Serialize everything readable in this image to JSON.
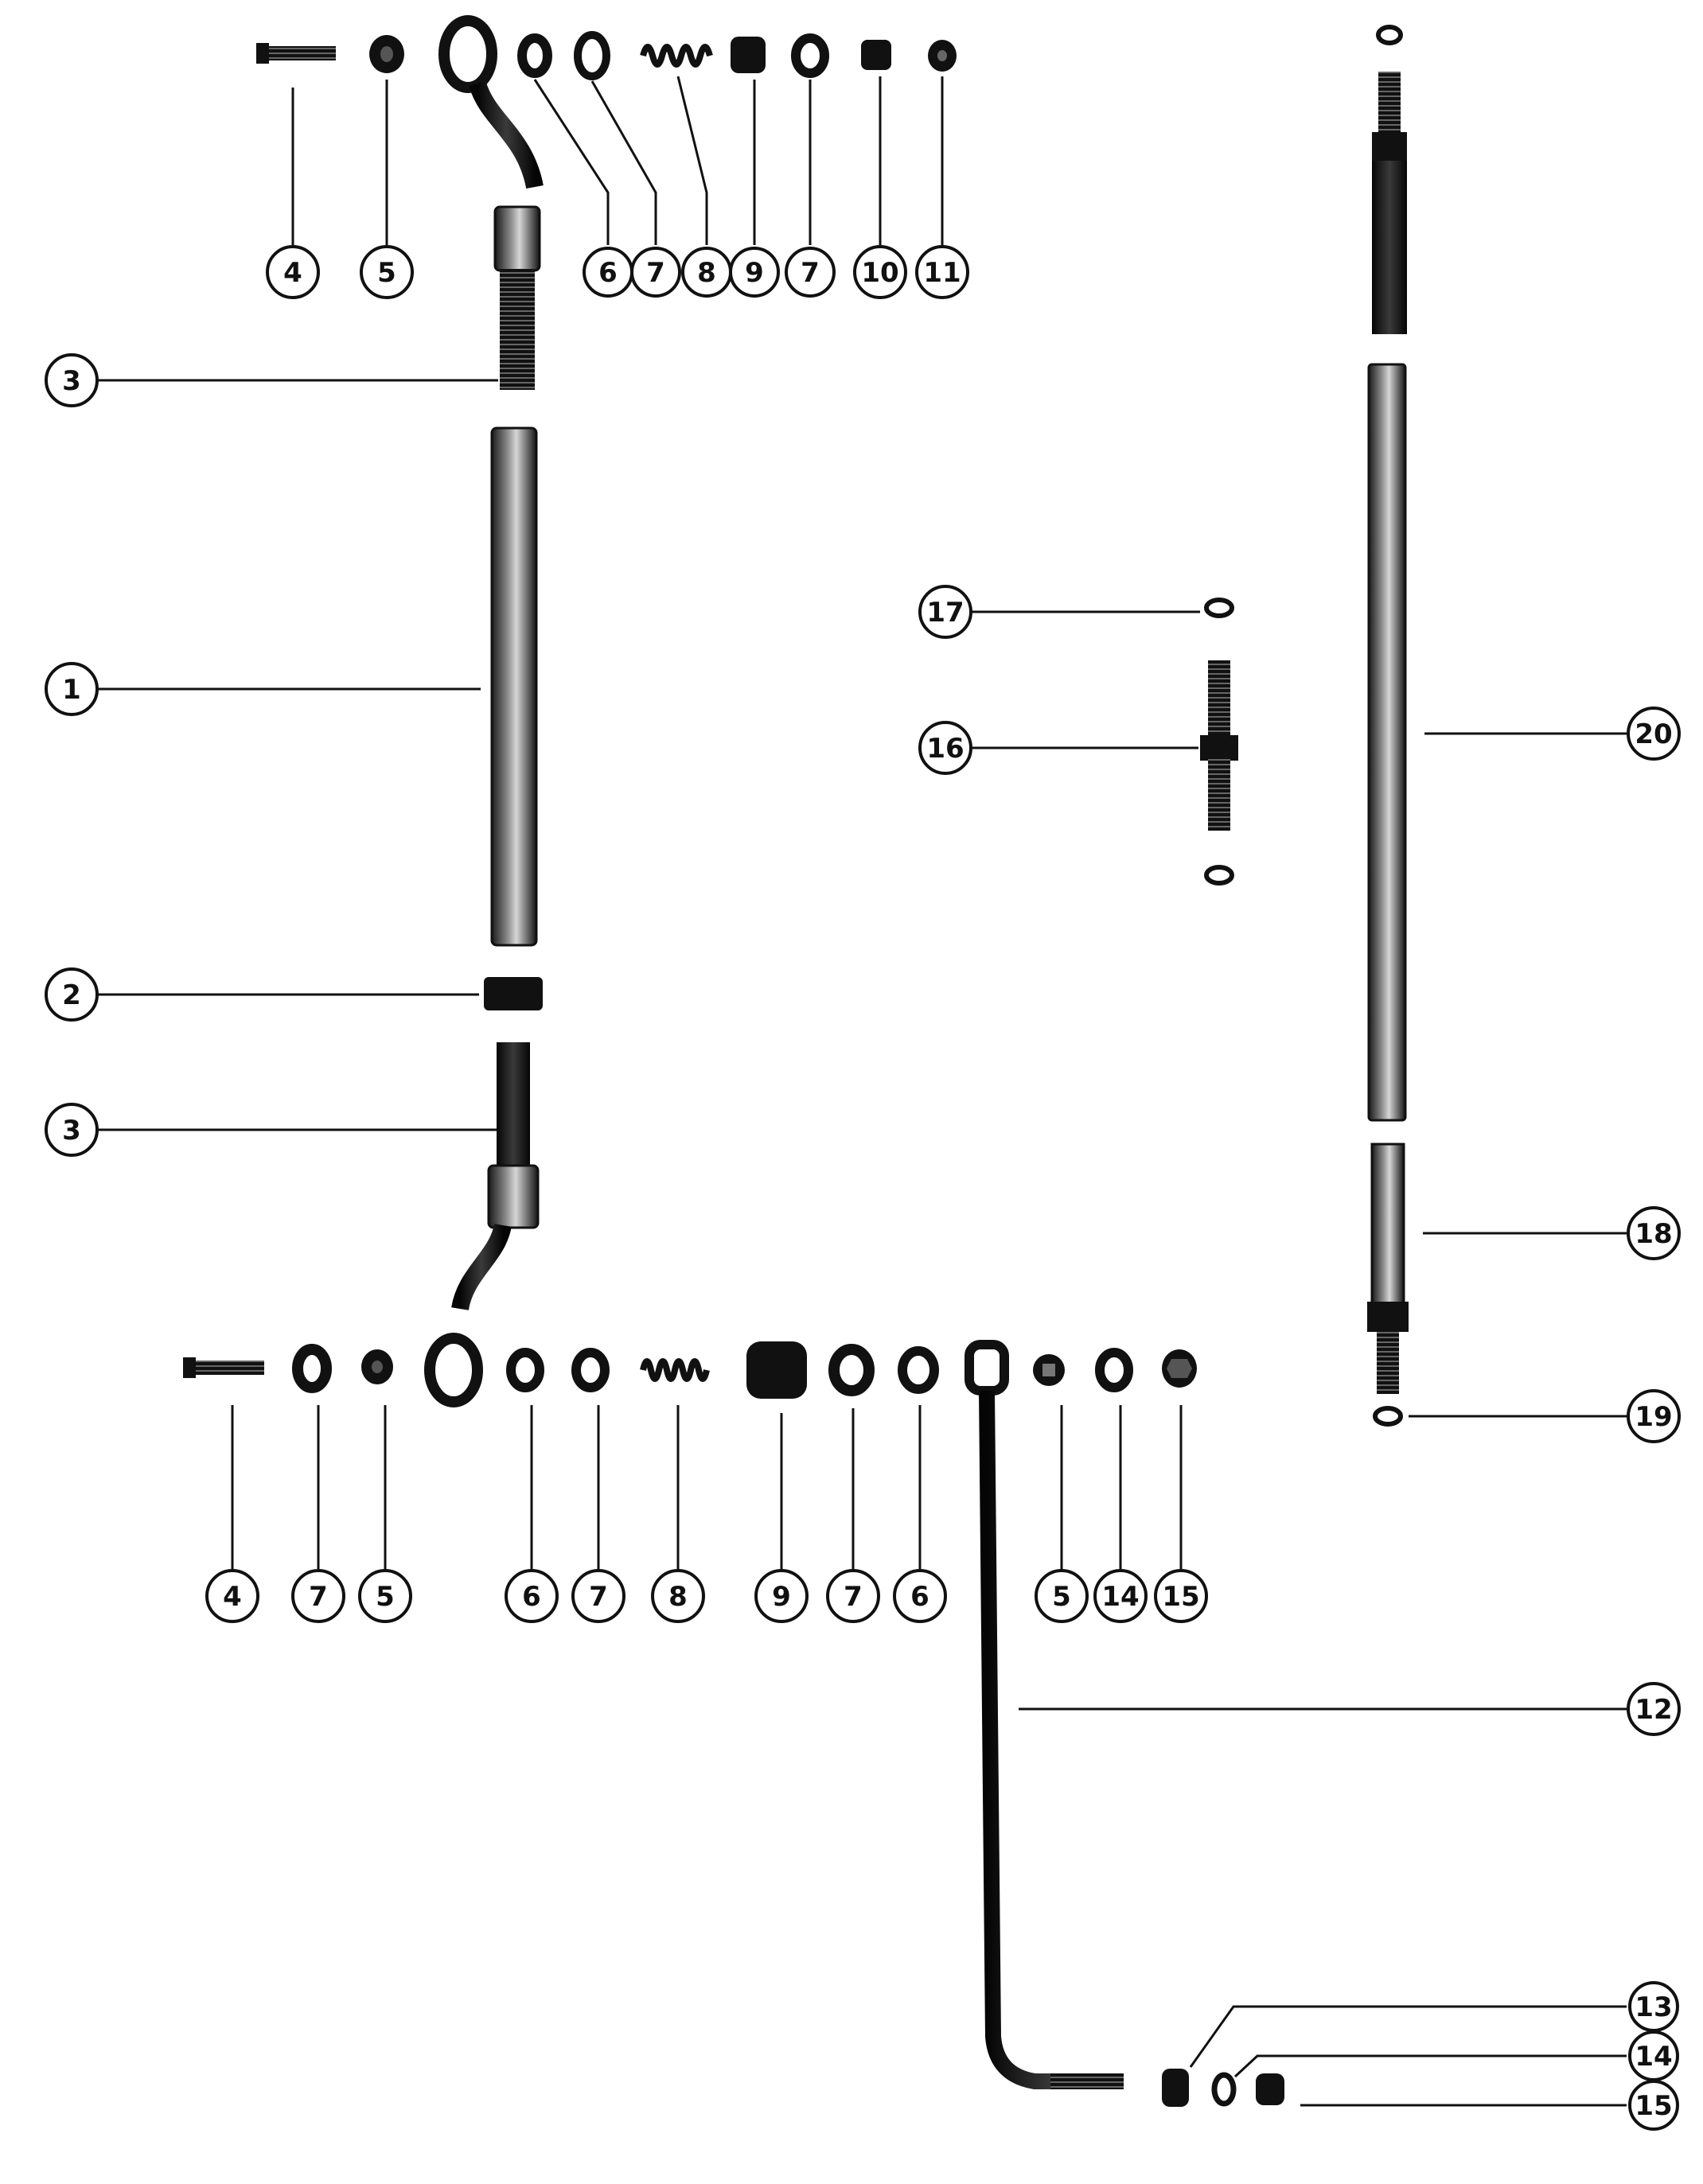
{
  "figure": {
    "background": "#ffffff",
    "ink": "#111111"
  },
  "callouts": [
    {
      "id": "c-top-4",
      "label": "4"
    },
    {
      "id": "c-top-5",
      "label": "5"
    },
    {
      "id": "c-top-6",
      "label": "6"
    },
    {
      "id": "c-top-7a",
      "label": "7"
    },
    {
      "id": "c-top-8",
      "label": "8"
    },
    {
      "id": "c-top-9",
      "label": "9"
    },
    {
      "id": "c-top-7b",
      "label": "7"
    },
    {
      "id": "c-top-10",
      "label": "10"
    },
    {
      "id": "c-top-11",
      "label": "11"
    },
    {
      "id": "c-left-3a",
      "label": "3"
    },
    {
      "id": "c-left-1",
      "label": "1"
    },
    {
      "id": "c-left-2",
      "label": "2"
    },
    {
      "id": "c-left-3b",
      "label": "3"
    },
    {
      "id": "c-mid-17",
      "label": "17"
    },
    {
      "id": "c-mid-16",
      "label": "16"
    },
    {
      "id": "c-right-20",
      "label": "20"
    },
    {
      "id": "c-right-18",
      "label": "18"
    },
    {
      "id": "c-right-19",
      "label": "19"
    },
    {
      "id": "c-bot-4",
      "label": "4"
    },
    {
      "id": "c-bot-7a",
      "label": "7"
    },
    {
      "id": "c-bot-5a",
      "label": "5"
    },
    {
      "id": "c-bot-6a",
      "label": "6"
    },
    {
      "id": "c-bot-7b",
      "label": "7"
    },
    {
      "id": "c-bot-8",
      "label": "8"
    },
    {
      "id": "c-bot-9",
      "label": "9"
    },
    {
      "id": "c-bot-7c",
      "label": "7"
    },
    {
      "id": "c-bot-6b",
      "label": "6"
    },
    {
      "id": "c-bot-5b",
      "label": "5"
    },
    {
      "id": "c-bot-14",
      "label": "14"
    },
    {
      "id": "c-bot-15",
      "label": "15"
    },
    {
      "id": "c-right-12",
      "label": "12"
    },
    {
      "id": "c-right-13",
      "label": "13"
    },
    {
      "id": "c-right-14",
      "label": "14"
    },
    {
      "id": "c-right-15",
      "label": "15"
    }
  ]
}
